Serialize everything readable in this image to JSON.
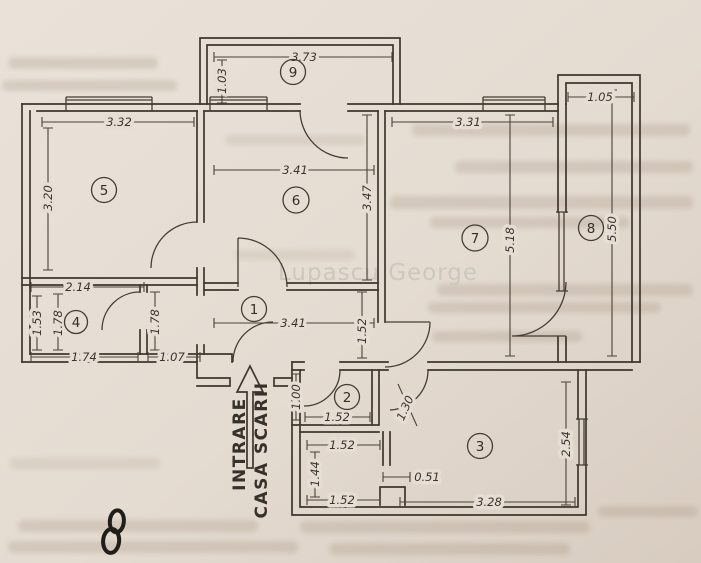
{
  "watermark": {
    "text": "Lupascu George"
  },
  "entrance_label": {
    "line1": "INTRARE",
    "line2": "CASA SCARII"
  },
  "rooms": [
    {
      "number": "1"
    },
    {
      "number": "2"
    },
    {
      "number": "3"
    },
    {
      "number": "4"
    },
    {
      "number": "5"
    },
    {
      "number": "6"
    },
    {
      "number": "7"
    },
    {
      "number": "8"
    },
    {
      "number": "9"
    }
  ],
  "dims": [
    {
      "value": "3.73"
    },
    {
      "value": "1.03"
    },
    {
      "value": "3.32"
    },
    {
      "value": "3.20"
    },
    {
      "value": "3.41"
    },
    {
      "value": "3.47"
    },
    {
      "value": "3.31"
    },
    {
      "value": "1.05"
    },
    {
      "value": "5.18"
    },
    {
      "value": "5.50"
    },
    {
      "value": "2.14"
    },
    {
      "value": "1.53"
    },
    {
      "value": "1.78"
    },
    {
      "value": "1.78"
    },
    {
      "value": "1.74"
    },
    {
      "value": "1.07"
    },
    {
      "value": "3.41"
    },
    {
      "value": "1.52"
    },
    {
      "value": "1.00"
    },
    {
      "value": "1.52"
    },
    {
      "value": "1.30"
    },
    {
      "value": "1.52"
    },
    {
      "value": "1.44"
    },
    {
      "value": "1.52"
    },
    {
      "value": "0.51"
    },
    {
      "value": "3.28"
    },
    {
      "value": "2.54"
    }
  ],
  "colors": {
    "paper": "#e8e0d7",
    "paper_dark": "#d9cec2",
    "ink": "#3e372e",
    "watermark": "#cbc3bb"
  }
}
